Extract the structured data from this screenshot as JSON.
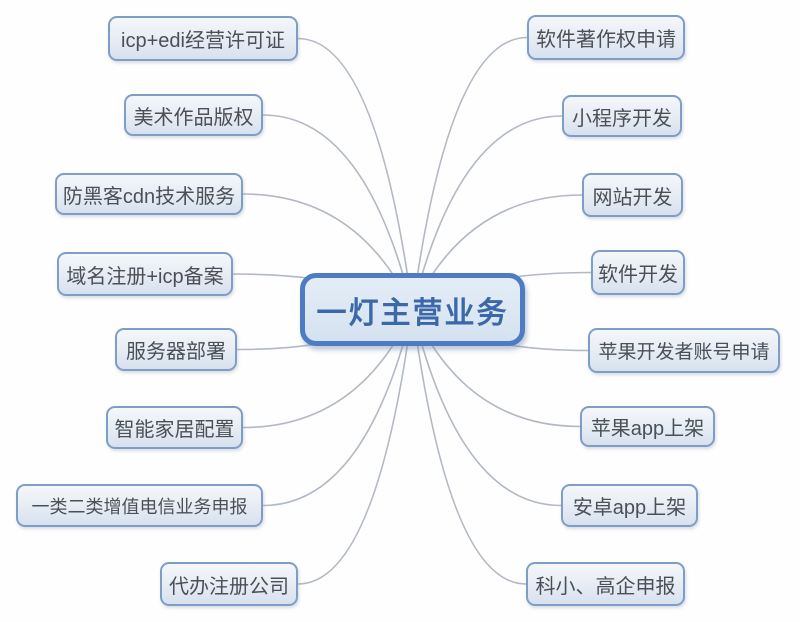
{
  "diagram": {
    "title": "一灯主营业务 mind map",
    "center": {
      "label": "一灯主营业务"
    },
    "left_nodes": [
      {
        "label": "icp+edi经营许可证"
      },
      {
        "label": "美术作品版权"
      },
      {
        "label": "防黑客cdn技术服务"
      },
      {
        "label": "域名注册+icp备案"
      },
      {
        "label": "服务器部署"
      },
      {
        "label": "智能家居配置"
      },
      {
        "label": "一类二类增值电信业务申报"
      },
      {
        "label": "代办注册公司"
      }
    ],
    "right_nodes": [
      {
        "label": "软件著作权申请"
      },
      {
        "label": "小程序开发"
      },
      {
        "label": "网站开发"
      },
      {
        "label": "软件开发"
      },
      {
        "label": "苹果开发者账号申请"
      },
      {
        "label": "苹果app上架"
      },
      {
        "label": "安卓app上架"
      },
      {
        "label": "科小、高企申报"
      }
    ],
    "colors": {
      "background": "#fefefe",
      "line": "#b2b9c3",
      "child_border": "#7f9ec5",
      "child_fill_top": "#f4f7fb",
      "child_fill_bottom": "#d7e1ee",
      "child_text": "#4b5058",
      "center_border": "#4e7cc2",
      "center_fill_top": "#e4edf7",
      "center_fill_bottom": "#d5e2f0",
      "center_text": "#3b68a8"
    }
  }
}
